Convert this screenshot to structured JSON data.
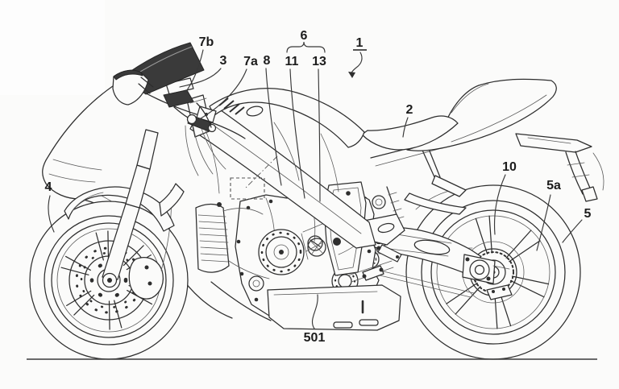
{
  "palette": {
    "background": "#fbfbfa",
    "ink": "#2e2e2e",
    "thin_ink": "#5a5a5a",
    "dark_fill": "#3a3a3a",
    "label_ink": "#1c1c1c"
  },
  "figure": {
    "kind": "patent line drawing",
    "subject": "sport motorcycle, left side elevation",
    "has_ground_line": true,
    "labels": {
      "n1": "1",
      "n2": "2",
      "n3": "3",
      "n4": "4",
      "n5": "5",
      "n5a": "5a",
      "n6": "6",
      "n7a": "7a",
      "n7b": "7b",
      "n8": "8",
      "n10": "10",
      "n11": "11",
      "n13": "13",
      "n501": "501"
    }
  }
}
